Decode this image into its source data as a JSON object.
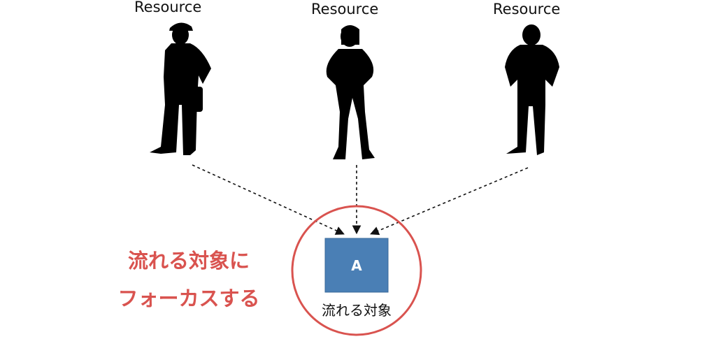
{
  "resources": [
    {
      "label": "Resource",
      "icon": "worker-silhouette-icon"
    },
    {
      "label": "Resource",
      "icon": "woman-silhouette-icon"
    },
    {
      "label": "Resource",
      "icon": "man-silhouette-icon"
    }
  ],
  "target": {
    "box_label": "A",
    "caption": "流れる対象",
    "box_color": "#4a7fb5",
    "circle_color": "#d9534f"
  },
  "focus_text": {
    "line1": "流れる対象に",
    "line2": "フォーカスする",
    "color": "#d9534f"
  }
}
